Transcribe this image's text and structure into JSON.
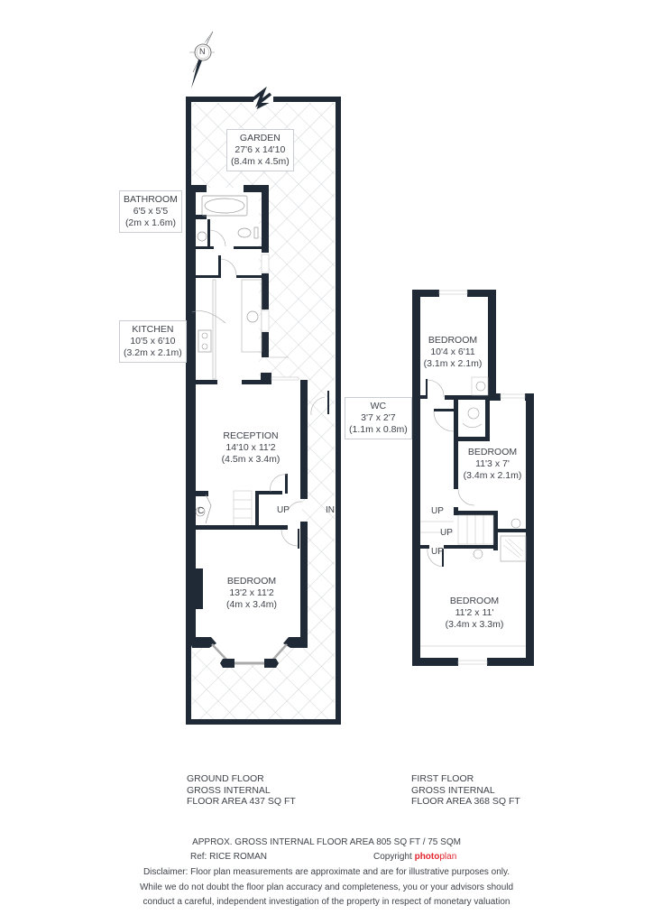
{
  "compass": {
    "label": "N",
    "icon": "north-arrow-icon"
  },
  "ground_floor": {
    "rooms": [
      {
        "id": "garden",
        "name": "GARDEN",
        "imperial": "27'6 x 14'10",
        "metric": "(8.4m x 4.5m)"
      },
      {
        "id": "bathroom",
        "name": "BATHROOM",
        "imperial": "6'5 x 5'5",
        "metric": "(2m x 1.6m)"
      },
      {
        "id": "kitchen",
        "name": "KITCHEN",
        "imperial": "10'5 x 6'10",
        "metric": "(3.2m x 2.1m)"
      },
      {
        "id": "reception",
        "name": "RECEPTION",
        "imperial": "14'10 x 11'2",
        "metric": "(4.5m x 3.4m)"
      },
      {
        "id": "bedroom",
        "name": "BEDROOM",
        "imperial": "13'2 x 11'2",
        "metric": "(4m x 3.4m)"
      }
    ],
    "markers": {
      "cupboard": "C",
      "up": "UP",
      "entrance": "IN"
    },
    "summary": [
      "GROUND FLOOR",
      "GROSS INTERNAL",
      "FLOOR AREA 437 SQ FT"
    ]
  },
  "first_floor": {
    "rooms": [
      {
        "id": "bedroom1",
        "name": "BEDROOM",
        "imperial": "10'4 x 6'11",
        "metric": "(3.1m x 2.1m)"
      },
      {
        "id": "wc",
        "name": "WC",
        "imperial": "3'7 x 2'7",
        "metric": "(1.1m x 0.8m)"
      },
      {
        "id": "bedroom2",
        "name": "BEDROOM",
        "imperial": "11'3 x 7'",
        "metric": "(3.4m x 2.1m)"
      },
      {
        "id": "bedroom3",
        "name": "BEDROOM",
        "imperial": "11'2 x 11'",
        "metric": "(3.4m x 3.3m)"
      }
    ],
    "markers": {
      "up1": "UP",
      "up2": "UP",
      "up3": "UP"
    },
    "summary": [
      "FIRST FLOOR",
      "GROSS INTERNAL",
      "FLOOR AREA 368 SQ FT"
    ]
  },
  "footer": {
    "total_area": "APPROX. GROSS INTERNAL FLOOR AREA 805 SQ FT / 75 SQM",
    "ref": "Ref: RICE ROMAN",
    "copyright_label": "Copyright",
    "brand_bold": "photo",
    "brand_light": "plan",
    "disclaimer": [
      "Disclaimer: Floor plan measurements are approximate and are for illustrative purposes only.",
      "While we do not doubt the floor plan accuracy and completeness, you or your advisors should",
      "conduct a careful, independent investigation of the property in respect of monetary valuation"
    ]
  },
  "colors": {
    "wall": "#1f2a36",
    "hatch": "#c4c8cc",
    "text": "#3e434a",
    "brand": "#e3262f"
  }
}
